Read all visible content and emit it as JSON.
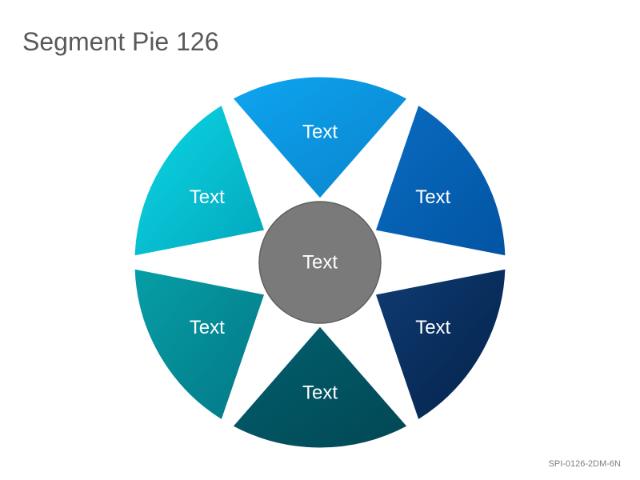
{
  "title": "Segment Pie 126",
  "code": "SPI-0126-2DM-6N",
  "center": {
    "label": "Text",
    "color": "#7a7a7a"
  },
  "segments": [
    {
      "label": "Text",
      "color_light": "#0a6cc2",
      "color_dark": "#0254a2"
    },
    {
      "label": "Text",
      "color_light": "#0f3b72",
      "color_dark": "#04224a"
    },
    {
      "label": "Text",
      "color_light": "#02606f",
      "color_dark": "#024754"
    },
    {
      "label": "Text",
      "color_light": "#079ea6",
      "color_dark": "#027886"
    },
    {
      "label": "Text",
      "color_light": "#0bd7e6",
      "color_dark": "#03a7bb"
    },
    {
      "label": "Text",
      "color_light": "#0ea5f0",
      "color_dark": "#0a83cc"
    }
  ]
}
